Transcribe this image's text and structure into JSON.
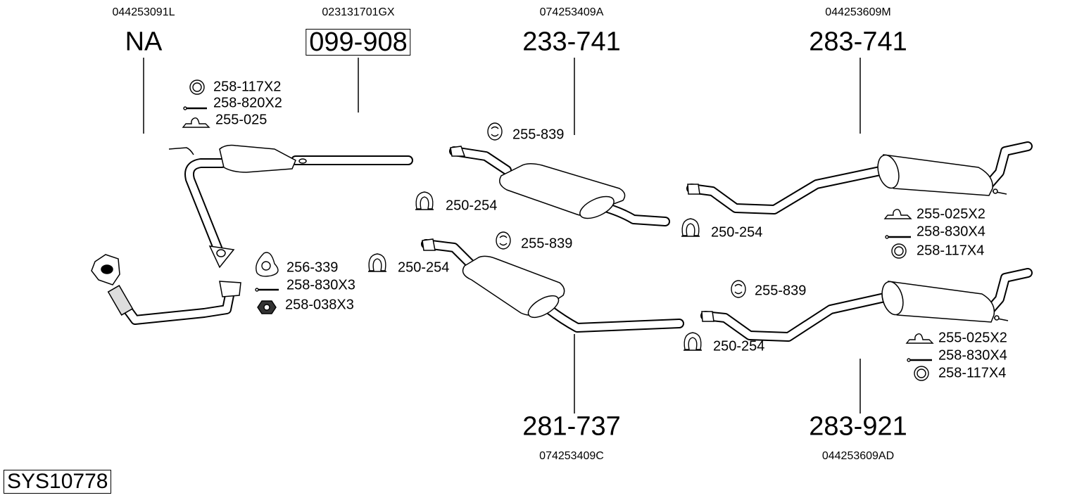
{
  "system_id": "SYS10778",
  "sections": {
    "front_pipe": {
      "oe": "044253091L",
      "part": "NA"
    },
    "catalyst": {
      "oe": "023131701GX",
      "part": "099-908"
    },
    "center_a": {
      "oe": "074253409A",
      "part": "233-741"
    },
    "rear_a": {
      "oe": "044253609M",
      "part": "283-741"
    },
    "center_c": {
      "oe": "074253409C",
      "part": "281-737"
    },
    "rear_ad": {
      "oe": "044253609AD",
      "part": "283-921"
    }
  },
  "accessories": [
    {
      "label": "258-117X2",
      "icon": "ring-icon"
    },
    {
      "label": "258-820X2",
      "icon": "bolt-icon"
    },
    {
      "label": "255-025",
      "icon": "hanger-icon"
    },
    {
      "label": "255-839",
      "icon": "rubber-mount-icon"
    },
    {
      "label": "250-254",
      "icon": "clamp-icon"
    },
    {
      "label": "250-254",
      "icon": "clamp-icon"
    },
    {
      "label": "255-025X2",
      "icon": "hanger-icon"
    },
    {
      "label": "258-830X4",
      "icon": "bolt-icon"
    },
    {
      "label": "258-117X4",
      "icon": "ring-icon"
    },
    {
      "label": "256-339",
      "icon": "gasket-icon"
    },
    {
      "label": "258-830X3",
      "icon": "bolt-icon"
    },
    {
      "label": "258-038X3",
      "icon": "nut-icon"
    },
    {
      "label": "250-254",
      "icon": "clamp-icon"
    },
    {
      "label": "255-839",
      "icon": "rubber-mount-icon"
    },
    {
      "label": "255-839",
      "icon": "rubber-mount-icon"
    },
    {
      "label": "250-254",
      "icon": "clamp-icon"
    },
    {
      "label": "255-025X2",
      "icon": "hanger-icon"
    },
    {
      "label": "258-830X4",
      "icon": "bolt-icon"
    },
    {
      "label": "258-117X4",
      "icon": "ring-icon"
    }
  ]
}
